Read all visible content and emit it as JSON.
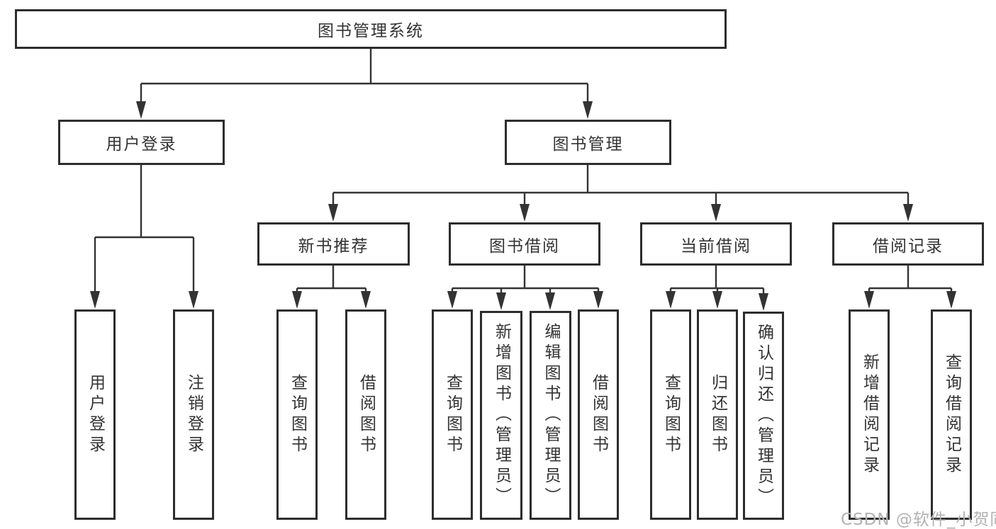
{
  "diagram": {
    "title": "图书管理系统",
    "branches": [
      {
        "label": "用户登录",
        "children": [
          {
            "label": "用户登录"
          },
          {
            "label": "注销登录"
          }
        ]
      },
      {
        "label": "图书管理",
        "children": [
          {
            "label": "新书推荐",
            "children": [
              {
                "label": "查询图书"
              },
              {
                "label": "借阅图书"
              }
            ]
          },
          {
            "label": "图书借阅",
            "children": [
              {
                "label": "查询图书"
              },
              {
                "label": "新增图书（管理员）"
              },
              {
                "label": "编辑图书（管理员）"
              },
              {
                "label": "借阅图书"
              }
            ]
          },
          {
            "label": "当前借阅",
            "children": [
              {
                "label": "查询图书"
              },
              {
                "label": "归还图书"
              },
              {
                "label": "确认归还（管理员）"
              }
            ]
          },
          {
            "label": "借阅记录",
            "children": [
              {
                "label": "新增借阅记录"
              },
              {
                "label": "查询借阅记录"
              }
            ]
          }
        ]
      }
    ]
  },
  "watermark": {
    "text": "CSDN @软件_小贺同学"
  },
  "colors": {
    "line": "#333333",
    "box_border": "#2d2d2d",
    "text": "#333333",
    "watermark": "#b2b2b2",
    "background": "#ffffff"
  }
}
